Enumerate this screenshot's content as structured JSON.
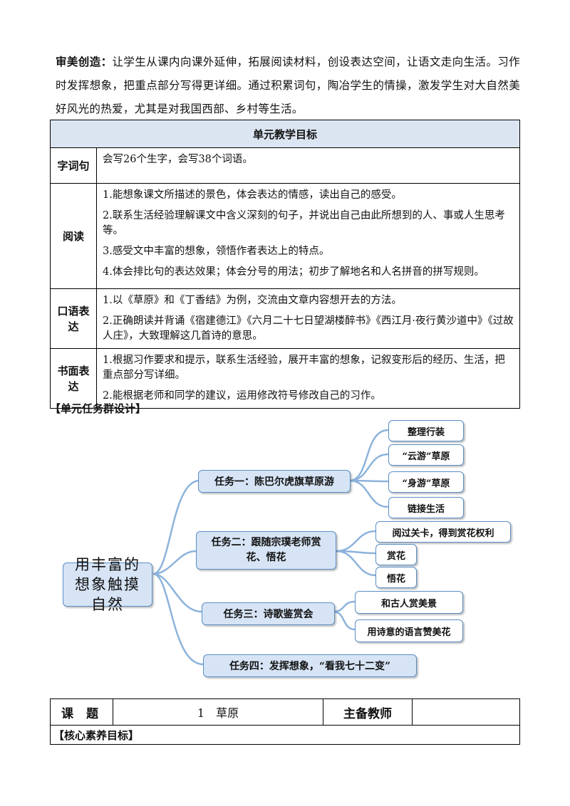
{
  "intro": {
    "label": "审美创造：",
    "text": "让学生从课内向课外延伸，拓展阅读材料，创设表达空间，让语文走向生活。习作时发挥想象，把重点部分写得更详细。通过积累词句，陶冶学生的情操，激发学生对大自然美好风光的热爱，尤其是对我国西部、乡村等生活。"
  },
  "goals": {
    "header": "单元教学目标",
    "rows": [
      {
        "category": "字词句",
        "items": [
          "会写26个生字，会写38个词语。"
        ]
      },
      {
        "category": "阅读",
        "items": [
          "1.能想象课文所描述的景色，体会表达的情感，读出自己的感受。",
          "2.联系生活经验理解课文中含义深刻的句子，并说出自己由此所想到的人、事或人生思考等。",
          "3.感受文中丰富的想象，领悟作者表达上的特点。",
          "4.体会排比句的表达效果；体会分号的用法；初步了解地名和人名拼音的拼写规则。"
        ]
      },
      {
        "category": "口语表达",
        "items": [
          "1.以《草原》和《丁香结》为例，交流由文章内容想开去的方法。",
          "2.正确朗读并背诵《宿建德江》《六月二十七日望湖楼醉书》《西江月·夜行黄沙道中》《过故人庄》，大致理解这几首诗的意思。"
        ]
      },
      {
        "category": "书面表达",
        "items": [
          "1.根据习作要求和提示，联系生活经验，展开丰富的想象，记叙变形后的经历、生活，把重点部分写详细。",
          "2.能根据老师和同学的建议，运用修改符号修改自己的习作。"
        ]
      }
    ]
  },
  "task_section_title": "【单元任务群设计】",
  "mindmap": {
    "root": "用丰富的想象触摸自然",
    "tasks": [
      {
        "label": "任务一：陈巴尔虎旗草原游",
        "children": [
          "整理行装",
          "“云游”草原",
          "“身游”草原",
          "链接生活"
        ]
      },
      {
        "label": "任务二：跟随宗璞老师赏花、悟花",
        "children": [
          "阅过关卡，得到赏花权利",
          "赏花",
          "悟花"
        ]
      },
      {
        "label": "任务三：诗歌鉴赏会",
        "children": [
          "和古人赏美景",
          "用诗意的语言赞美花"
        ]
      },
      {
        "label": "任务四：发挥想象，“看我七十二变”",
        "children": []
      }
    ]
  },
  "lesson": {
    "topic_label": "课题",
    "topic_value": "1　草原",
    "teacher_label": "主备教师",
    "teacher_value": "",
    "core_label": "【核心素养目标】"
  }
}
